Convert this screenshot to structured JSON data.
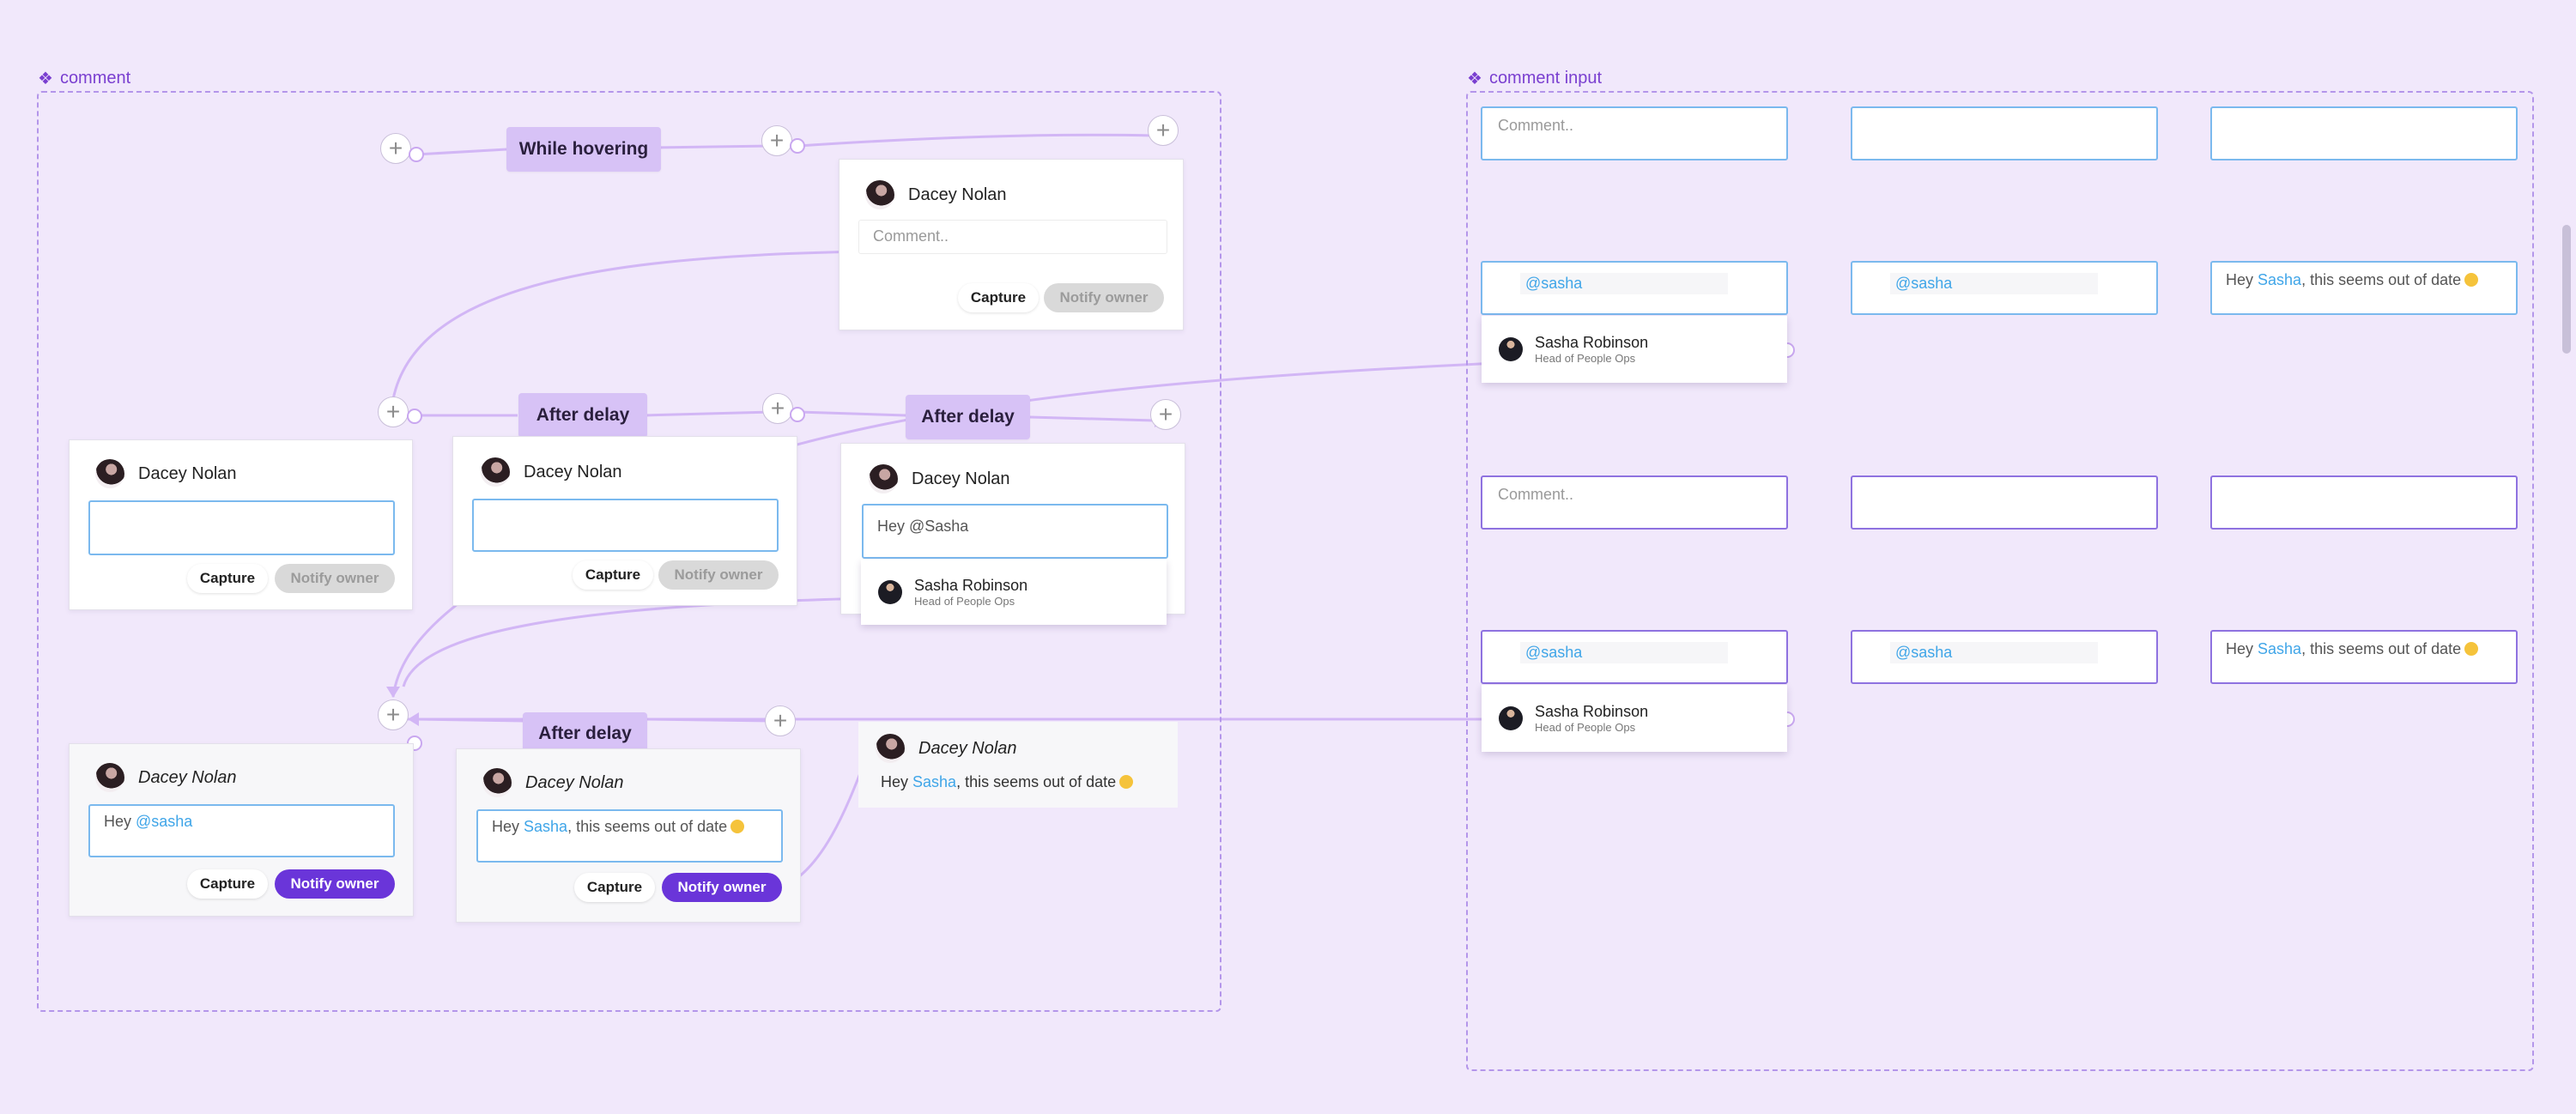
{
  "frames": {
    "comment": {
      "label": "comment"
    },
    "comment_input": {
      "label": "comment input"
    }
  },
  "triggers": {
    "hover": "While hovering",
    "delay1": "After delay",
    "delay2": "After delay",
    "delay3": "After delay"
  },
  "user": {
    "name": "Dacey Nolan"
  },
  "mention_user": {
    "name": "Sasha Robinson",
    "role": "Head of People Ops"
  },
  "buttons": {
    "capture": "Capture",
    "notify": "Notify owner"
  },
  "placeholders": {
    "comment": "Comment.."
  },
  "texts": {
    "hey_sasha": "Hey @Sasha",
    "hey": "Hey ",
    "at_sasha_lower": "@sasha",
    "at_sasha": "@Sasha",
    "out_of_date_suffix": ", this seems out of date",
    "hey_prefix": "Hey ",
    "sasha_name": "Sasha"
  },
  "colors": {
    "background": "#f1e8fb",
    "accent": "#6a35d9",
    "mention": "#3fa5e8",
    "frame_border": "#b496ea",
    "input_border_blue": "#7bb9ee",
    "input_border_purple": "#8e72e0"
  },
  "icons": {
    "frame_icon": "component-diamond-icon",
    "add": "plus-icon",
    "emoji": "smile-emoji-icon"
  }
}
